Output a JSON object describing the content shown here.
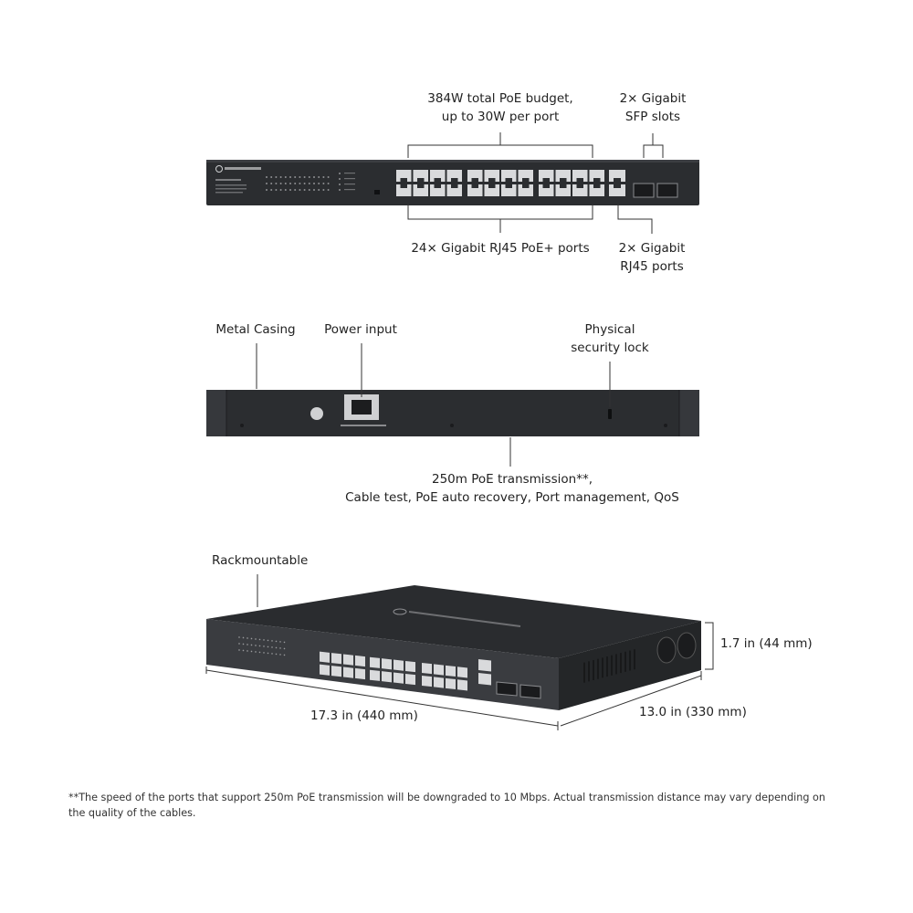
{
  "front_panel": {
    "callouts": {
      "poe_budget_line1": "384W total PoE budget,",
      "poe_budget_line2": "up to 30W per port",
      "sfp_line1": "2× Gigabit",
      "sfp_line2": "SFP slots",
      "rj45_poe": "24× Gigabit RJ45 PoE+ ports",
      "rj45_line1": "2× Gigabit",
      "rj45_line2": "RJ45 ports"
    }
  },
  "rear_panel": {
    "callouts": {
      "metal_casing": "Metal Casing",
      "power_input": "Power input",
      "lock_line1": "Physical",
      "lock_line2": "security lock",
      "features_line1": "250m PoE transmission**,",
      "features_line2": "Cable test, PoE auto recovery, Port management, QoS"
    }
  },
  "perspective_view": {
    "callouts": {
      "rackmountable": "Rackmountable",
      "height": "1.7 in (44 mm)",
      "width": "17.3 in (440 mm)",
      "depth": "13.0  in (330 mm)"
    }
  },
  "footnote": "**The speed of the ports that support 250m PoE transmission will be downgraded to 10 Mbps. Actual transmission distance may vary depending on the quality of the cables.",
  "colors": {
    "chassis": "#2b2d30",
    "chassis_light": "#3a3c40",
    "port": "#d9dadc",
    "line": "#333333"
  }
}
